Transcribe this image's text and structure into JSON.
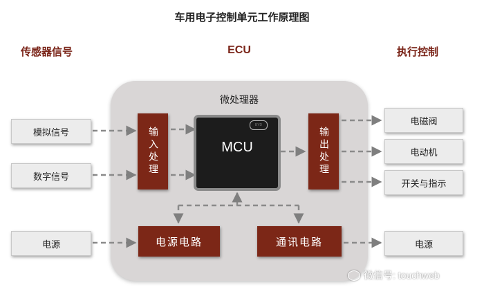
{
  "title": "车用电子控制单元工作原理图",
  "headers": {
    "sensor": "传感器信号",
    "ecu": "ECU",
    "actuator": "执行控制"
  },
  "microprocessor_label": "微处理器",
  "inputs": {
    "analog": "模拟信号",
    "digital": "数字信号",
    "power": "电源"
  },
  "processing": {
    "input": "输入处理",
    "output": "输出处理",
    "power_circuit": "电源电路",
    "comm_circuit": "通讯电路"
  },
  "chip": {
    "label": "MCU",
    "logo": "BYD"
  },
  "outputs": {
    "solenoid_valve": "电磁阀",
    "motor": "电动机",
    "switch_indicator": "开关与指示",
    "power": "电源"
  },
  "watermark": "微信号: touchweb",
  "colors": {
    "accent": "#7c2717",
    "container": "#d9d6d6",
    "box": "#ececec"
  }
}
